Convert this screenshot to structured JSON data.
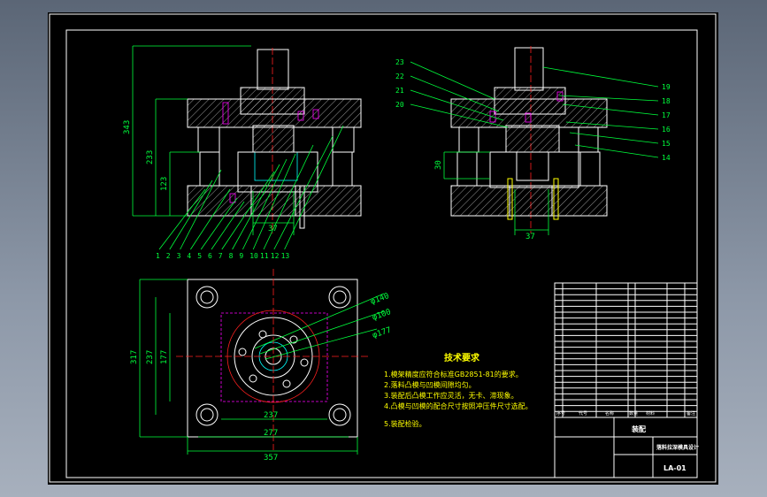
{
  "front_view": {
    "dims": {
      "total_height": "343",
      "mid_height": "233",
      "base_height": "123",
      "width": "37"
    },
    "part_labels": [
      "1",
      "2",
      "3",
      "4",
      "5",
      "6",
      "7",
      "8",
      "9",
      "10",
      "11",
      "12",
      "13"
    ]
  },
  "side_view": {
    "dims": {
      "height": "30",
      "width": "37"
    },
    "part_labels_left": [
      "23",
      "22",
      "21",
      "20"
    ],
    "part_labels_right": [
      "19",
      "18",
      "17",
      "16",
      "15",
      "14"
    ]
  },
  "top_view": {
    "dims": {
      "w1": "237",
      "w2": "277",
      "w3": "357",
      "h1": "177",
      "h2": "237",
      "h3": "317"
    },
    "diameters": [
      "φ140",
      "φ100",
      "φ177"
    ]
  },
  "notes": {
    "title": "技术要求",
    "lines": [
      "1.模架精度应符合标准GB2851-81的要求。",
      "2.落料凸模与凹模间隙均匀。",
      "3.装配后凸模工作应灵活，无卡、滞现象。",
      "4.凸模与凹模的配合尺寸按照冲压件尺寸选配。",
      "5.装配检验。"
    ]
  },
  "title_block": {
    "name": "落料拉深模具设计",
    "dwg_no": "LA-01",
    "assy": "装配",
    "header": [
      "序号",
      "代号",
      "名称",
      "数量",
      "材料",
      "备注"
    ]
  }
}
